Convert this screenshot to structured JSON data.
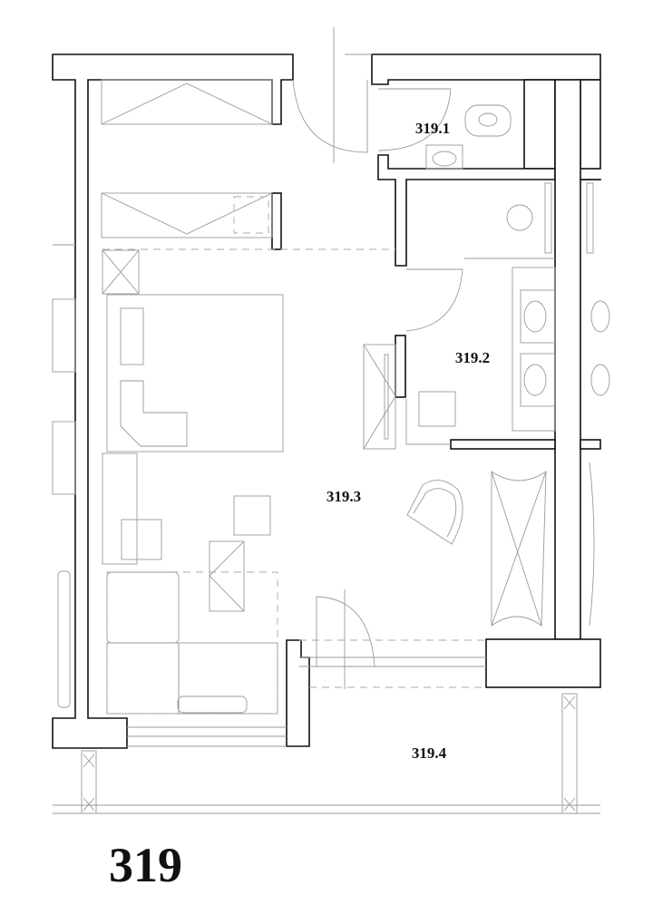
{
  "plan": {
    "unit_number": "319",
    "rooms": [
      {
        "id": "319.1",
        "label": "319.1"
      },
      {
        "id": "319.2",
        "label": "319.2"
      },
      {
        "id": "319.3",
        "label": "319.3"
      },
      {
        "id": "319.4",
        "label": "319.4"
      }
    ],
    "colors": {
      "wall": "#111111",
      "furniture": "#9a9a9a",
      "background": "#ffffff"
    }
  }
}
